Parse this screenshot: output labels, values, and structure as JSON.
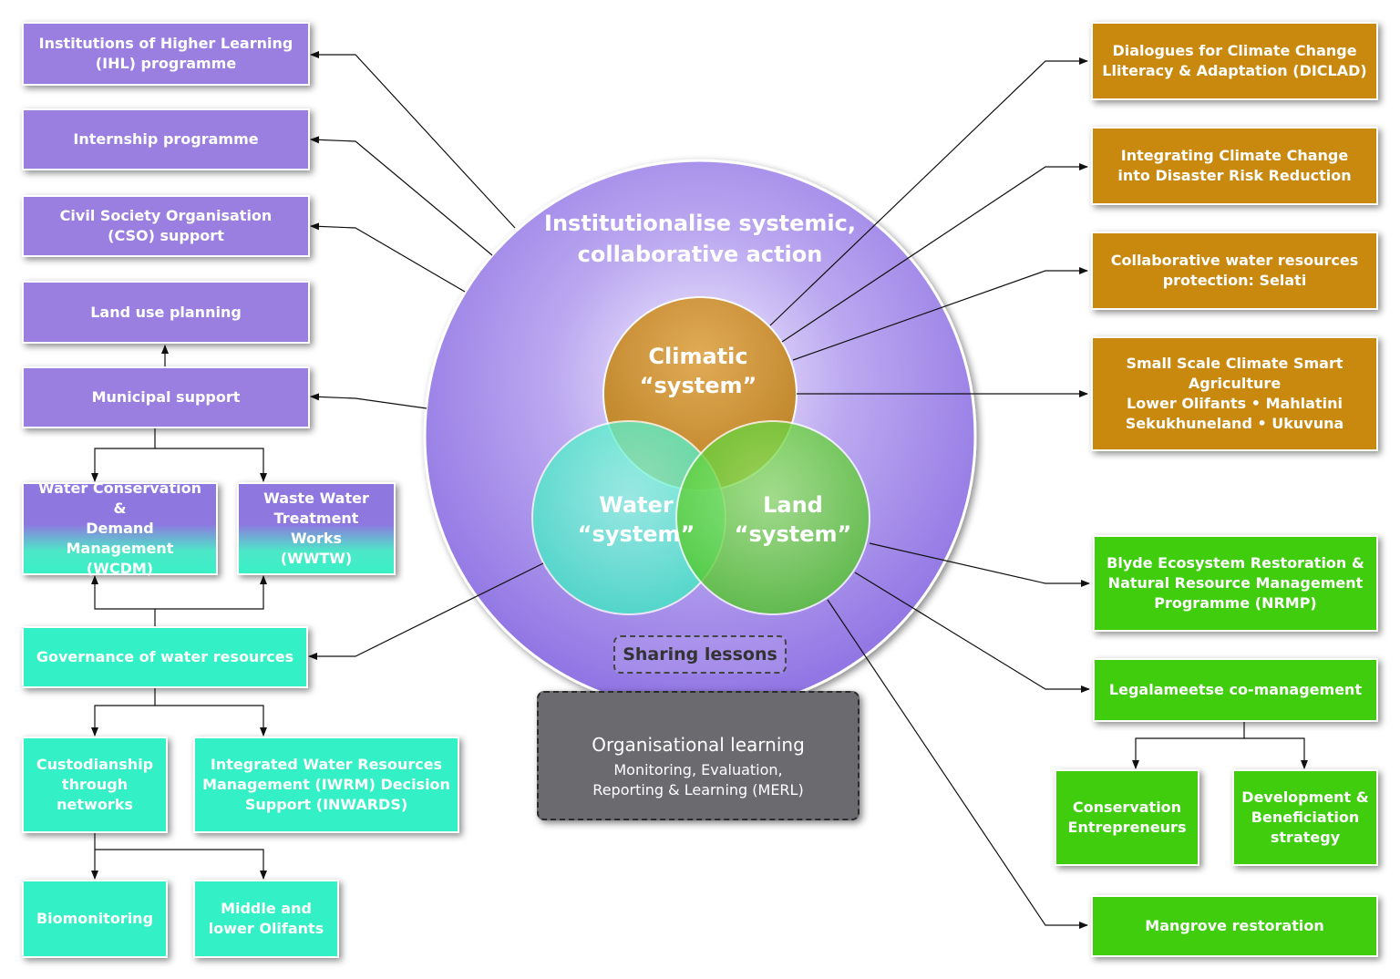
{
  "colors": {
    "purple": "#9a7fe0",
    "teal": "#33f0c6",
    "gold": "#c9890e",
    "green": "#3fcd0e",
    "merl_gray": "#6b6b6f"
  },
  "center": {
    "outer_title": "Institutionalise systemic,\ncollaborative action",
    "climatic": "Climatic\n“system”",
    "water": "Water\n“system”",
    "land": "Land\n“system”",
    "sharing": "Sharing lessons"
  },
  "merl": {
    "title": "Organisational learning",
    "subtitle": "Monitoring, Evaluation,\nReporting & Learning (MERL)"
  },
  "left": {
    "ihl": "Institutions of Higher Learning\n(IHL) programme",
    "internship": "Internship programme",
    "cso": "Civil Society Organisation\n(CSO) support",
    "land_use": "Land use planning",
    "municipal": "Municipal support",
    "wcdm": "Water Conservation &\nDemand Management\n(WCDM)",
    "wwtw": "Waste Water\nTreatment Works\n(WWTW)",
    "governance": "Governance of water resources",
    "custodianship": "Custodianship\nthrough\nnetworks",
    "iwrm": "Integrated Water Resources\nManagement (IWRM) Decision\nSupport (INWARDS)",
    "biomonitoring": "Biomonitoring",
    "olifants": "Middle and\nlower Olifants"
  },
  "right": {
    "diclad": "Dialogues for Climate Change\nLliteracy & Adaptation (DICLAD)",
    "disaster": "Integrating Climate Change\ninto Disaster Risk Reduction",
    "selati": "Collaborative water resources\nprotection: Selati",
    "agriculture": "Small Scale Climate Smart\nAgriculture\nLower Olifants • Mahlatini\nSekukhuneland • Ukuvuna",
    "blyde": "Blyde Ecosystem Restoration &\nNatural Resource Management\nProgramme (NRMP)",
    "legalameetse": "Legalameetse co-management",
    "conservation": "Conservation\nEntrepreneurs",
    "development": "Development &\nBeneficiation\nstrategy",
    "mangrove": "Mangrove restoration"
  }
}
